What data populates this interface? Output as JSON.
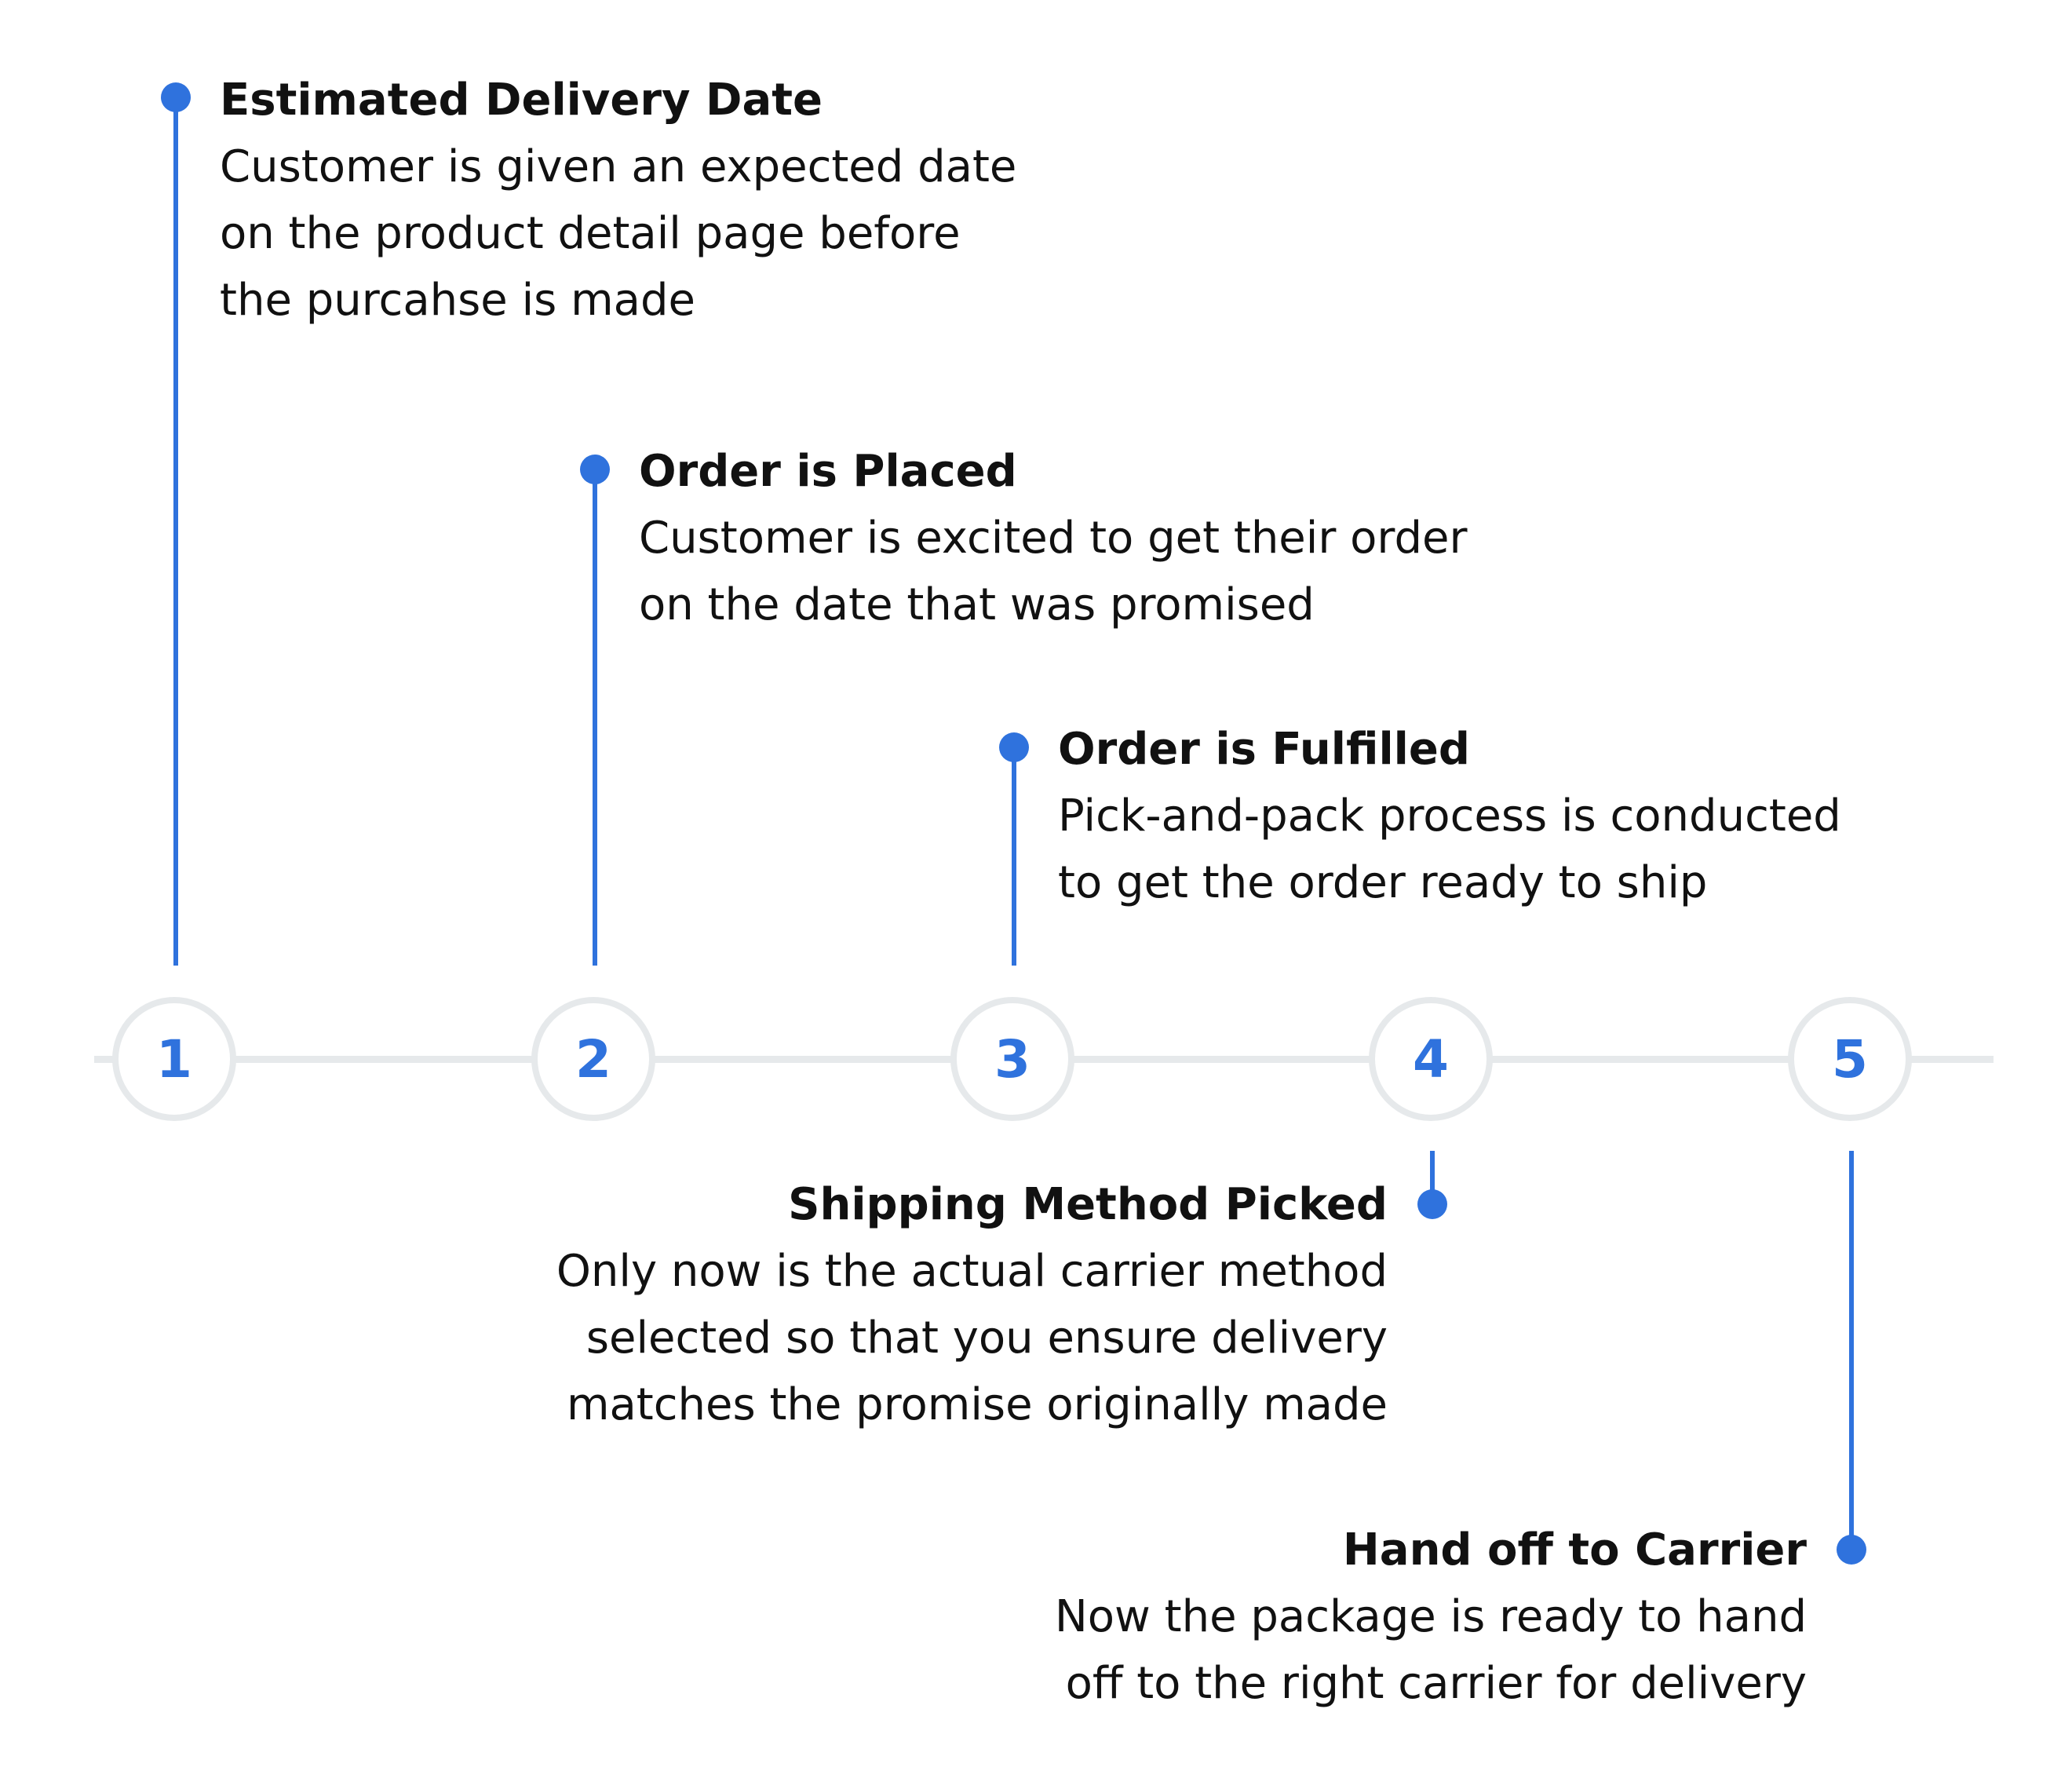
{
  "colors": {
    "accent": "#2f72dd",
    "track": "#e6e9eb",
    "text": "#111111",
    "background": "#ffffff"
  },
  "steps": [
    {
      "number": "1",
      "title": "Estimated Delivery Date",
      "lines": [
        "Customer is given an expected date",
        "on the product detail page before",
        "the purcahse is made"
      ]
    },
    {
      "number": "2",
      "title": "Order is Placed",
      "lines": [
        "Customer is excited to get their order",
        "on the date that was promised"
      ]
    },
    {
      "number": "3",
      "title": "Order is Fulfilled",
      "lines": [
        "Pick-and-pack process is conducted",
        "to get the order ready to ship"
      ]
    },
    {
      "number": "4",
      "title": "Shipping Method Picked",
      "lines": [
        "Only now is the actual carrier method",
        "selected so that you ensure delivery",
        "matches the promise originally made"
      ]
    },
    {
      "number": "5",
      "title": "Hand off to Carrier",
      "lines": [
        "Now the package is ready to hand",
        "off to the right carrier for delivery"
      ]
    }
  ]
}
